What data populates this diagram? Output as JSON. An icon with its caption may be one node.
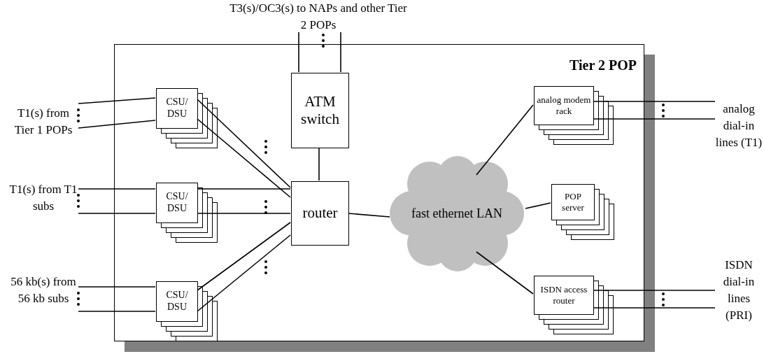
{
  "diagram": {
    "nodes": [
      {
        "text": [
          "Tier 2 POP"
        ]
      },
      {
        "text": [
          "CSU/ DSU"
        ],
        "in": 0
      },
      {
        "text": [
          "CSU/ DSU"
        ],
        "in": 0
      },
      {
        "text": [
          "CSU/ DSU"
        ],
        "in": 0
      },
      {
        "text": [
          "ATM switch"
        ],
        "in": 0
      },
      {
        "text": [
          "router"
        ],
        "in": 0
      },
      {
        "text": [
          "fast ethernet LAN"
        ],
        "in": 0
      },
      {
        "text": [
          "analog modem rack"
        ],
        "in": 0
      },
      {
        "text": [
          "POP server"
        ],
        "in": 0
      },
      {
        "text": [
          "ISDN access router"
        ],
        "in": 0
      },
      {
        "text": [
          "T1(s) from Tier 1 POPs"
        ]
      },
      {
        "text": [
          "T1(s) from T1 subs"
        ]
      },
      {
        "text": [
          "56 kb(s) from 56 kb subs"
        ]
      },
      {
        "text": [
          "T3(s)/OC3(s) to NAPs and other Tier 2 POPs"
        ]
      },
      {
        "text": [
          "analog dial-in lines (T1)"
        ]
      },
      {
        "text": [
          "ISDN dial-in lines (PRI)"
        ]
      }
    ],
    "edges": [
      {
        "from": 10,
        "to": 1,
        "arrow": "none"
      },
      {
        "from": 10,
        "to": 1,
        "arrow": "none"
      },
      {
        "from": 1,
        "to": 5,
        "arrow": "none"
      },
      {
        "from": 1,
        "to": 5,
        "arrow": "none"
      },
      {
        "from": 11,
        "to": 2,
        "arrow": "none"
      },
      {
        "from": 11,
        "to": 2,
        "arrow": "none"
      },
      {
        "from": 2,
        "to": 5,
        "arrow": "none"
      },
      {
        "from": 2,
        "to": 5,
        "arrow": "none"
      },
      {
        "from": 12,
        "to": 3,
        "arrow": "none"
      },
      {
        "from": 12,
        "to": 3,
        "arrow": "none"
      },
      {
        "from": 3,
        "to": 5,
        "arrow": "none"
      },
      {
        "from": 3,
        "to": 5,
        "arrow": "none"
      },
      {
        "from": 4,
        "to": 13,
        "arrow": "none"
      },
      {
        "from": 4,
        "to": 13,
        "arrow": "none"
      },
      {
        "from": 4,
        "to": 5,
        "arrow": "none"
      },
      {
        "from": 5,
        "to": 6,
        "arrow": "none"
      },
      {
        "from": 6,
        "to": 7,
        "arrow": "none"
      },
      {
        "from": 6,
        "to": 8,
        "arrow": "none"
      },
      {
        "from": 6,
        "to": 9,
        "arrow": "none"
      },
      {
        "from": 7,
        "to": 14,
        "arrow": "none"
      },
      {
        "from": 7,
        "to": 14,
        "arrow": "none"
      },
      {
        "from": 9,
        "to": 15,
        "arrow": "none"
      },
      {
        "from": 9,
        "to": 15,
        "arrow": "none"
      }
    ]
  }
}
